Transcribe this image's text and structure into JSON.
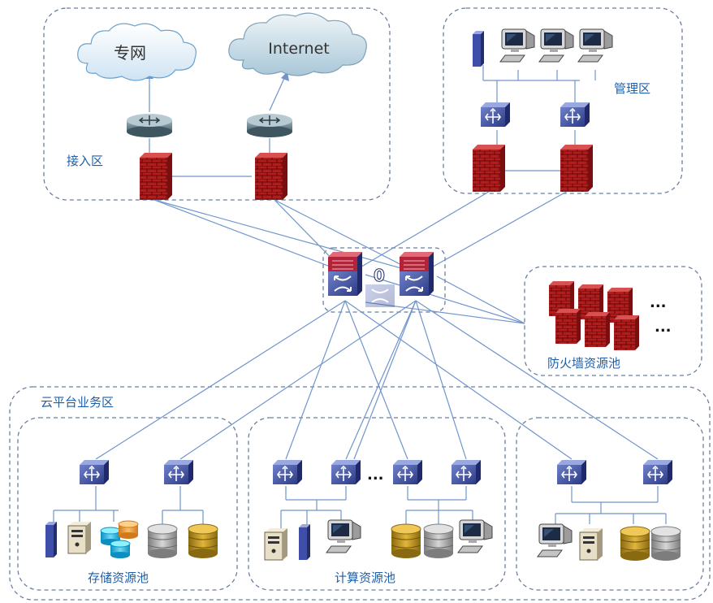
{
  "zones": {
    "access": {
      "label": "接入区"
    },
    "management": {
      "label": "管理区"
    },
    "firewall_pool": {
      "label": "防火墙资源池",
      "ellipsis": "..."
    },
    "cloud_platform": {
      "label": "云平台业务区"
    },
    "storage_pool": {
      "label": "存储资源池"
    },
    "compute_pool": {
      "label": "计算资源池",
      "ellipsis": "..."
    }
  },
  "clouds": {
    "private": "专网",
    "internet": "Internet"
  },
  "core": {
    "stack_mark": "0"
  },
  "colors": {
    "zone_border": "#6b7f9e",
    "link": "#6f95cc",
    "label": "#1f5fa8",
    "firewall": "#b51b1b",
    "switch": "#4a5aa8",
    "core_top": "#b3243a"
  }
}
